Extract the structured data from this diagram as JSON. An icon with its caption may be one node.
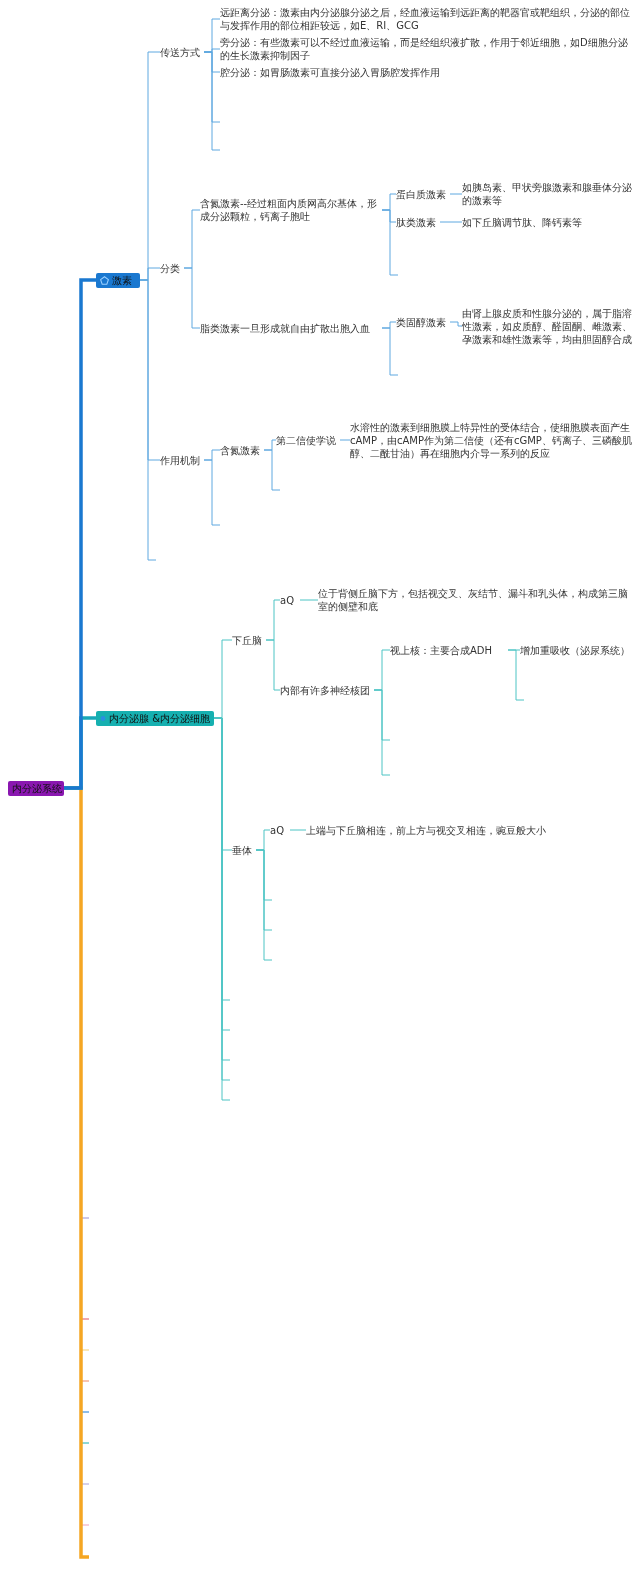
{
  "diagram": {
    "nodes": [
      {
        "text": [
          "内分泌系统"
        ]
      },
      {
        "text": [
          "激素"
        ]
      },
      {
        "text": [
          "传送方式"
        ]
      },
      {
        "text": [
          "远距离分泌：激素由内分泌腺分泌之后，经血液运输到远距离的靶器官或靶组织，分泌的部位与发挥作用的部位相距较远，如E、RI、GCG"
        ]
      },
      {
        "text": [
          "旁分泌：有些激素可以不经过血液运输，而是经组织液扩散，作用于邻近细胞，如D细胞分泌的生长激素抑制因子"
        ]
      },
      {
        "text": [
          "腔分泌：如胃肠激素可直接分泌入胃肠腔发挥作用"
        ]
      },
      {
        "text": [
          "分类"
        ]
      },
      {
        "text": [
          "含氮激素--经过粗面内质网高尔基体，形成分泌颗粒，钙离子胞吐"
        ]
      },
      {
        "text": [
          "蛋白质激素"
        ]
      },
      {
        "text": [
          "如胰岛素、甲状旁腺激素和腺垂体分泌的激素等"
        ]
      },
      {
        "text": [
          "肽类激素"
        ]
      },
      {
        "text": [
          "如下丘脑调节肽、降钙素等"
        ]
      },
      {
        "text": [
          "脂类激素一旦形成就自由扩散出胞入血"
        ]
      },
      {
        "text": [
          "类固醇激素"
        ]
      },
      {
        "text": [
          "由肾上腺皮质和性腺分泌的，属于脂溶性激素，如皮质醇、醛固酮、雌激素、孕激素和雄性激素等，均由胆固醇合成"
        ]
      },
      {
        "text": [
          "作用机制"
        ]
      },
      {
        "text": [
          "含氮激素"
        ]
      },
      {
        "text": [
          "第二信使学说"
        ]
      },
      {
        "text": [
          "水溶性的激素到细胞膜上特异性的受体结合，使细胞膜表面产生cAMP，由cAMP作为第二信使（还有cGMP、钙离子、三磷酸肌醇、二酰甘油）再在细胞内介导一系列的反应"
        ]
      },
      {
        "text": [
          "内分泌腺 &内分泌细胞"
        ]
      },
      {
        "text": [
          "下丘脑"
        ]
      },
      {
        "text": [
          "aQ"
        ]
      },
      {
        "text": [
          "位于背侧丘脑下方，包括视交叉、灰结节、漏斗和乳头体，构成第三脑室的侧壁和底"
        ]
      },
      {
        "text": [
          "内部有许多神经核团"
        ]
      },
      {
        "text": [
          "视上核：主要合成ADH"
        ]
      },
      {
        "text": [
          "增加重吸收（泌尿系统）"
        ]
      },
      {
        "text": [
          "垂体"
        ]
      },
      {
        "text": [
          "aQ"
        ]
      },
      {
        "text": [
          "上端与下丘脑相连，前上方与视交叉相连，豌豆般大小"
        ]
      }
    ],
    "edges": [
      {
        "from": 0,
        "to": 1,
        "arrow": "none",
        "style": "thick",
        "color": "#1a78d0"
      },
      {
        "from": 0,
        "to": 19,
        "arrow": "none",
        "style": "thick",
        "color": "#18a8b8"
      },
      {
        "from": 0,
        "to": null,
        "arrow": "none",
        "color": "#9b8fd0"
      },
      {
        "from": 0,
        "to": null,
        "arrow": "none",
        "color": "#e05060"
      },
      {
        "from": 0,
        "to": null,
        "arrow": "none",
        "color": "#f5d070"
      },
      {
        "from": 0,
        "to": null,
        "arrow": "none",
        "color": "#f08860"
      },
      {
        "from": 0,
        "to": null,
        "arrow": "none",
        "color": "#1a78d0"
      },
      {
        "from": 0,
        "to": null,
        "arrow": "none",
        "color": "#18b0b0"
      },
      {
        "from": 0,
        "to": null,
        "arrow": "none",
        "color": "#a9a0d8"
      },
      {
        "from": 0,
        "to": null,
        "arrow": "none",
        "color": "#f0a0b8"
      },
      {
        "from": 0,
        "to": null,
        "arrow": "none",
        "style": "thick",
        "color": "#f5a623"
      },
      {
        "from": 1,
        "to": 2,
        "arrow": "none"
      },
      {
        "from": 1,
        "to": 6,
        "arrow": "none"
      },
      {
        "from": 1,
        "to": 15,
        "arrow": "none"
      },
      {
        "from": 1,
        "to": null,
        "arrow": "none"
      },
      {
        "from": 2,
        "to": 3,
        "arrow": "none"
      },
      {
        "from": 2,
        "to": 4,
        "arrow": "none"
      },
      {
        "from": 2,
        "to": 5,
        "arrow": "none"
      },
      {
        "from": 2,
        "to": null,
        "arrow": "none"
      },
      {
        "from": 2,
        "to": null,
        "arrow": "none"
      },
      {
        "from": 6,
        "to": 7,
        "arrow": "none"
      },
      {
        "from": 6,
        "to": 12,
        "arrow": "none"
      },
      {
        "from": 7,
        "to": 8,
        "arrow": "none"
      },
      {
        "from": 7,
        "to": 10,
        "arrow": "none"
      },
      {
        "from": 7,
        "to": null,
        "arrow": "none"
      },
      {
        "from": 8,
        "to": 9,
        "arrow": "none"
      },
      {
        "from": 10,
        "to": 11,
        "arrow": "none"
      },
      {
        "from": 12,
        "to": 13,
        "arrow": "none"
      },
      {
        "from": 12,
        "to": null,
        "arrow": "none"
      },
      {
        "from": 13,
        "to": 14,
        "arrow": "none"
      },
      {
        "from": 15,
        "to": 16,
        "arrow": "none"
      },
      {
        "from": 15,
        "to": null,
        "arrow": "none"
      },
      {
        "from": 16,
        "to": 17,
        "arrow": "none"
      },
      {
        "from": 16,
        "to": null,
        "arrow": "none"
      },
      {
        "from": 17,
        "to": 18,
        "arrow": "none"
      },
      {
        "from": 19,
        "to": 20,
        "arrow": "none",
        "color": "#4cc4c4"
      },
      {
        "from": 19,
        "to": 26,
        "arrow": "none",
        "color": "#4cc4c4"
      },
      {
        "from": 19,
        "to": null,
        "arrow": "none",
        "color": "#4cc4c4"
      },
      {
        "from": 19,
        "to": null,
        "arrow": "none",
        "color": "#4cc4c4"
      },
      {
        "from": 19,
        "to": null,
        "arrow": "none",
        "color": "#4cc4c4"
      },
      {
        "from": 19,
        "to": null,
        "arrow": "none",
        "color": "#4cc4c4"
      },
      {
        "from": 19,
        "to": null,
        "arrow": "none",
        "color": "#4cc4c4"
      },
      {
        "from": 20,
        "to": 21,
        "arrow": "none",
        "color": "#4cc4c4"
      },
      {
        "from": 20,
        "to": 23,
        "arrow": "none",
        "color": "#4cc4c4"
      },
      {
        "from": 21,
        "to": 22,
        "arrow": "none",
        "color": "#4cc4c4"
      },
      {
        "from": 23,
        "to": 24,
        "arrow": "none",
        "color": "#4cc4c4"
      },
      {
        "from": 23,
        "to": null,
        "arrow": "none",
        "color": "#4cc4c4"
      },
      {
        "from": 23,
        "to": null,
        "arrow": "none",
        "color": "#4cc4c4"
      },
      {
        "from": 24,
        "to": 25,
        "arrow": "none",
        "color": "#4cc4c4"
      },
      {
        "from": 24,
        "to": null,
        "arrow": "none",
        "color": "#4cc4c4"
      },
      {
        "from": 26,
        "to": 27,
        "arrow": "none",
        "color": "#4cc4c4"
      },
      {
        "from": 26,
        "to": null,
        "arrow": "none",
        "color": "#4cc4c4"
      },
      {
        "from": 26,
        "to": null,
        "arrow": "none",
        "color": "#4cc4c4"
      },
      {
        "from": 26,
        "to": null,
        "arrow": "none",
        "color": "#4cc4c4"
      },
      {
        "from": 27,
        "to": 28,
        "arrow": "none",
        "color": "#4cc4c4"
      }
    ]
  }
}
